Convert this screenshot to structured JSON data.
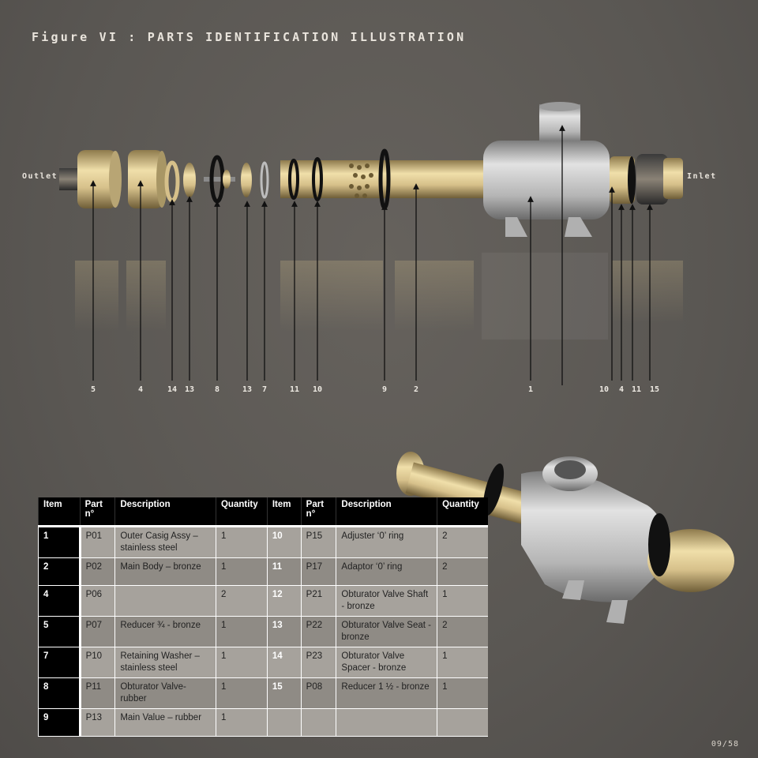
{
  "header": {
    "title": "Figure VI : PARTS IDENTIFICATION ILLUSTRATION"
  },
  "labels": {
    "outlet": "Outlet",
    "inlet": "Inlet"
  },
  "callouts": [
    "5",
    "4",
    "14",
    "13",
    "8",
    "13",
    "7",
    "11",
    "10",
    "9",
    "2",
    "1",
    "10",
    "4",
    "11",
    "15"
  ],
  "table": {
    "headers": [
      "Item",
      "Part n°",
      "Description",
      "Quantity",
      "Item",
      "Part n°",
      "Description",
      "Quantity"
    ],
    "rows": [
      [
        "1",
        "P01",
        "Outer Casig Assy  – stainless steel",
        "1",
        "10",
        "P15",
        "Adjuster ‘0’ ring",
        "2"
      ],
      [
        "2",
        "P02",
        "Main Body – bronze",
        "1",
        "11",
        "P17",
        "Adaptor ‘0’ ring",
        "2"
      ],
      [
        "4",
        "P06",
        "",
        "2",
        "12",
        "P21",
        "Obturator Valve Shaft - bronze",
        "1"
      ],
      [
        "5",
        "P07",
        "Reducer ¾ - bronze",
        "1",
        "13",
        "P22",
        "Obturator Valve Seat - bronze",
        "2"
      ],
      [
        "7",
        "P10",
        "Retaining Washer – stainless steel",
        "1",
        "14",
        "P23",
        "Obturator Valve Spacer - bronze",
        "1"
      ],
      [
        "8",
        "P11",
        "Obturator Valve- rubber",
        "1",
        "15",
        "P08",
        "Reducer 1 ½ - bronze",
        "1"
      ],
      [
        "9",
        "P13",
        "Main Value – rubber",
        "1",
        "",
        "",
        "",
        ""
      ]
    ]
  },
  "footer": {
    "page": "09/58"
  },
  "colors": {
    "background": "#5d5a56",
    "bronze": "#d9c48f",
    "steel": "#b9b9b9",
    "rubber": "#111111"
  }
}
